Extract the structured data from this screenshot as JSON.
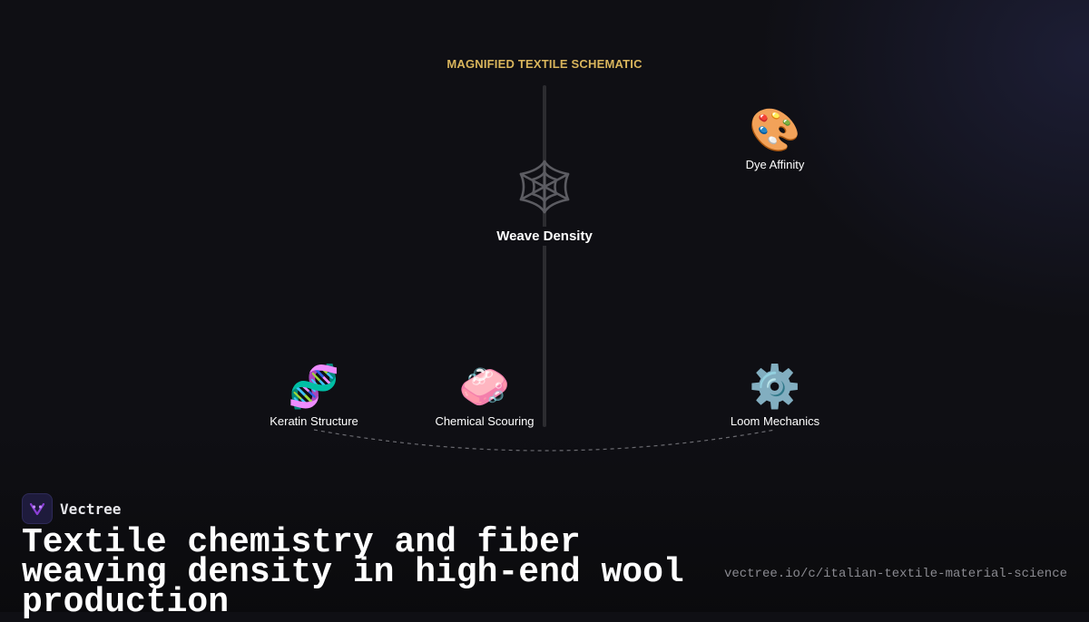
{
  "diagram": {
    "title": "MAGNIFIED TEXTILE SCHEMATIC",
    "center": {
      "label": "Weave Density",
      "icon": "spider-web-icon"
    },
    "nodes": [
      {
        "label": "Dye Affinity",
        "icon": "artist-palette-icon",
        "glyph": "🎨"
      },
      {
        "label": "Keratin Structure",
        "icon": "dna-icon",
        "glyph": "🧬"
      },
      {
        "label": "Chemical Scouring",
        "icon": "soap-icon",
        "glyph": "🧼"
      },
      {
        "label": "Loom Mechanics",
        "icon": "gear-icon",
        "glyph": "⚙️"
      }
    ]
  },
  "brand": {
    "name": "Vectree",
    "logo_icon": "vectree-logo-icon"
  },
  "headline": "Textile chemistry and fiber weaving density in high-end wool production",
  "url": "vectree.io/c/italian-textile-material-science",
  "colors": {
    "background": "#0f0f14",
    "title_accent": "#d9b55c",
    "brand_accent": "#8b3fd6"
  }
}
